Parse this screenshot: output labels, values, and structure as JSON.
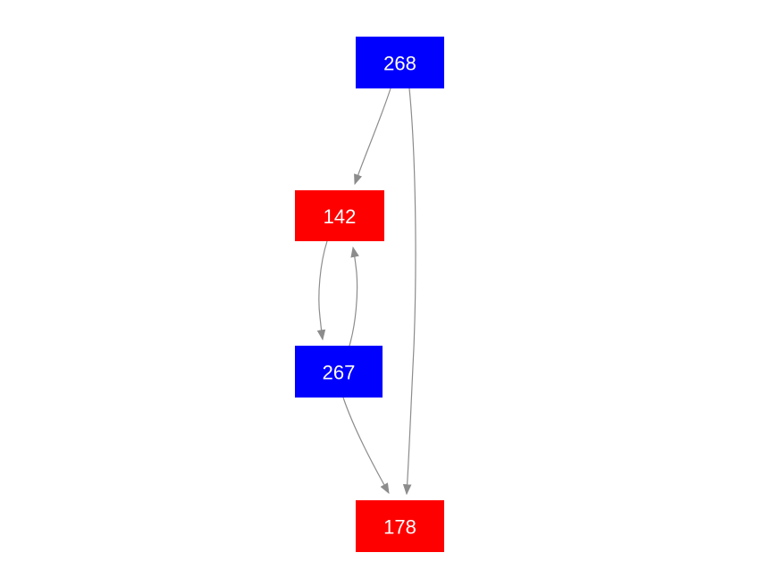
{
  "diagram": {
    "type": "directed-graph",
    "background_color": "#ffffff",
    "edge_color": "#8c8c8c",
    "nodes": [
      {
        "id": "268",
        "label": "268",
        "color": "#0000ff",
        "text_color": "#ffffff"
      },
      {
        "id": "142",
        "label": "142",
        "color": "#ff0000",
        "text_color": "#ffffff"
      },
      {
        "id": "267",
        "label": "267",
        "color": "#0000ff",
        "text_color": "#ffffff"
      },
      {
        "id": "178",
        "label": "178",
        "color": "#ff0000",
        "text_color": "#ffffff"
      }
    ],
    "edges": [
      {
        "from": "268",
        "to": "142"
      },
      {
        "from": "268",
        "to": "178"
      },
      {
        "from": "142",
        "to": "267"
      },
      {
        "from": "267",
        "to": "142"
      },
      {
        "from": "267",
        "to": "178"
      }
    ]
  }
}
